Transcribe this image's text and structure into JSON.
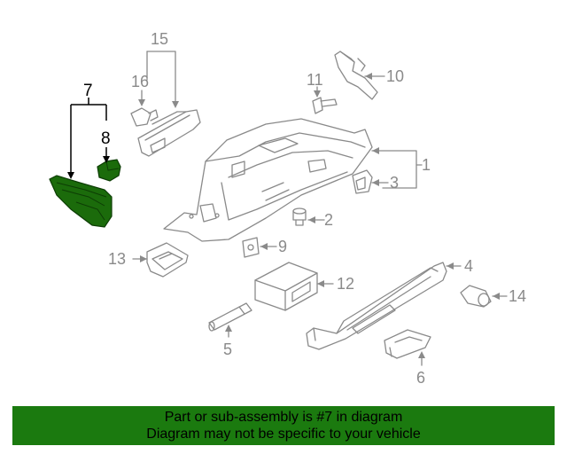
{
  "banner": {
    "line1": "Part or sub-assembly is #7 in diagram",
    "line2": "Diagram may not be specific to your vehicle",
    "color": "#1b7a0f"
  },
  "callouts": {
    "c1": "1",
    "c2": "2",
    "c3": "3",
    "c4": "4",
    "c5": "5",
    "c6": "6",
    "c7": "7",
    "c8": "8",
    "c9": "9",
    "c10": "10",
    "c11": "11",
    "c12": "12",
    "c13": "13",
    "c14": "14",
    "c15": "15",
    "c16": "16"
  },
  "highlight_color": "#1b6b0b"
}
